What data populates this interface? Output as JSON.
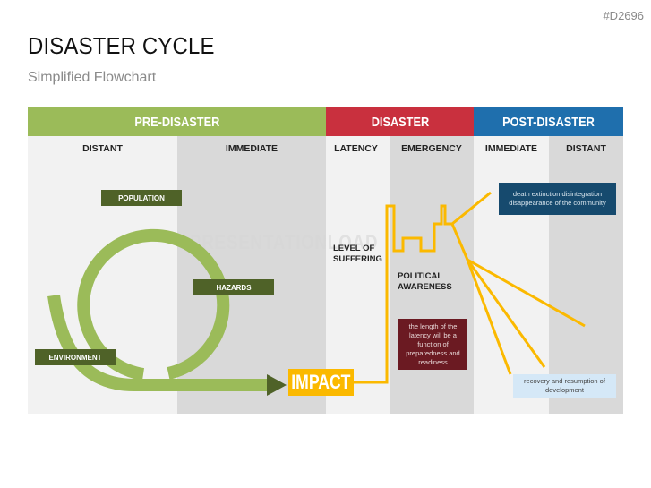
{
  "code": "#D2696",
  "title": "DISASTER CYCLE",
  "subtitle": "Simplified Flowchart",
  "watermark": "PRESENTATIONLOAD",
  "phases": [
    {
      "label": "PRE-DISASTER",
      "color": "#9bbb59"
    },
    {
      "label": "DISASTER",
      "color": "#c9303e"
    },
    {
      "label": "POST-DISASTER",
      "color": "#1f6fad"
    }
  ],
  "subphases": [
    "DISTANT",
    "IMMEDIATE",
    "LATENCY",
    "EMERGENCY",
    "IMMEDIATE",
    "DISTANT"
  ],
  "cycle_tags": {
    "population": "POPULATION",
    "hazards": "HAZARDS",
    "environment": "ENVIRONMENT"
  },
  "impact": "IMPACT",
  "labels": {
    "level_of_suffering": [
      "LEVEL OF",
      "SUFFERING"
    ],
    "political_awareness": [
      "POLITICAL",
      "AWARENESS"
    ]
  },
  "boxes": {
    "latency_note": "the length of the latency will be a function of preparedness and readiness",
    "extinction_note": "death extinction disintegration disappearance of the community",
    "recovery_note": "recovery and resumption of development"
  },
  "colors": {
    "cycle_green": "#9bbb59",
    "tag_dark_green": "#4f6228",
    "impact_yellow": "#fbb900",
    "latency_box": "#6b1a22",
    "extinction_box": "#164a6e",
    "recovery_box": "#d5e8f7"
  }
}
